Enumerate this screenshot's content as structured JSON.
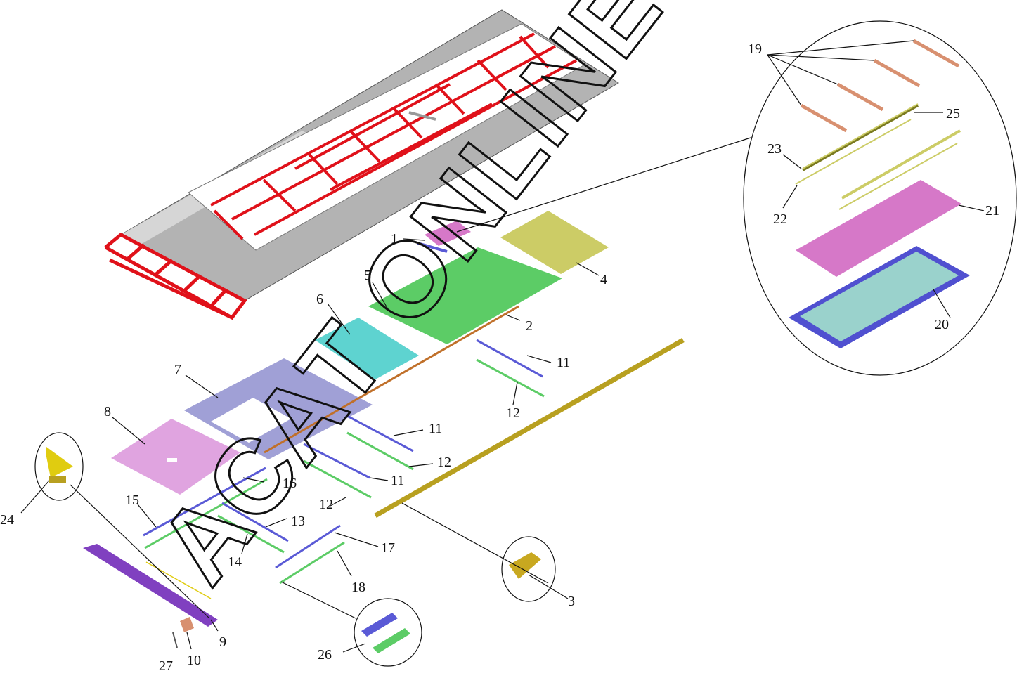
{
  "watermark": "АСАТ ONLINE",
  "colors": {
    "frame_red": "#e0111a",
    "skin_gray": "#a9a9a9",
    "skin_gray_light": "#c9c9c9",
    "panel_pink": "#d678c8",
    "panel_green": "#5ccc66",
    "panel_yellow": "#cccc66",
    "panel_cyan": "#5ed3d0",
    "panel_lavender": "#a0a0d6",
    "panel_light_pink": "#e0a4e0",
    "strip_blue": "#5a5ad6",
    "strip_green": "#5ccc66",
    "rod_orange": "#c0702a",
    "rail_gold": "#b8a020",
    "bracket_yellow": "#e0cc10",
    "profile_purple": "#8040c0",
    "glass_cyan": "#9ad2cc",
    "glass_frame_blue": "#5050d0",
    "stick_salmon": "#d89070"
  },
  "callouts": {
    "n1": "1",
    "n2": "2",
    "n3": "3",
    "n4": "4",
    "n5": "5",
    "n6": "6",
    "n7": "7",
    "n8": "8",
    "n9": "9",
    "n10": "10",
    "n11a": "11",
    "n11b": "11",
    "n11c": "11",
    "n12a": "12",
    "n12b": "12",
    "n12c": "12",
    "n13": "13",
    "n14": "14",
    "n15": "15",
    "n16": "16",
    "n17": "17",
    "n18": "18",
    "n19": "19",
    "n20": "20",
    "n21": "21",
    "n22": "22",
    "n23": "23",
    "n24": "24",
    "n25": "25",
    "n26": "26",
    "n27": "27"
  }
}
